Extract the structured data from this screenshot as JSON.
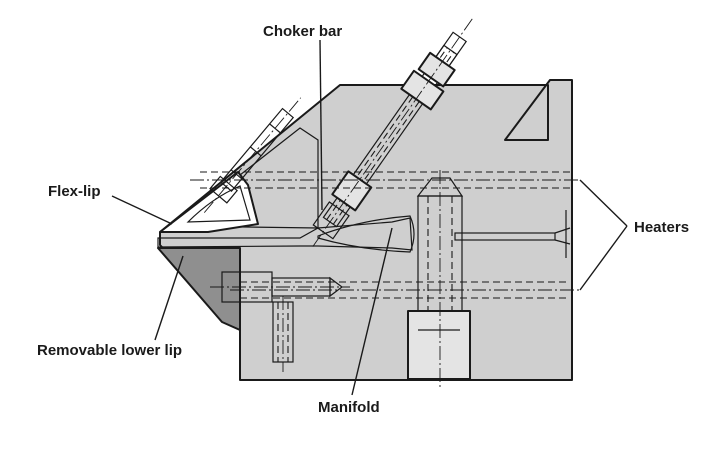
{
  "labels": {
    "choker_bar": "Choker bar",
    "flex_lip": "Flex-lip",
    "heaters": "Heaters",
    "removable_lower_lip": "Removable lower lip",
    "manifold": "Manifold"
  },
  "colors": {
    "die_body": "#cfcfcf",
    "lower_lip": "#8f8f8f",
    "bolt_metal": "#e4e4e4",
    "outline": "#1a1a1a",
    "background": "#ffffff"
  }
}
